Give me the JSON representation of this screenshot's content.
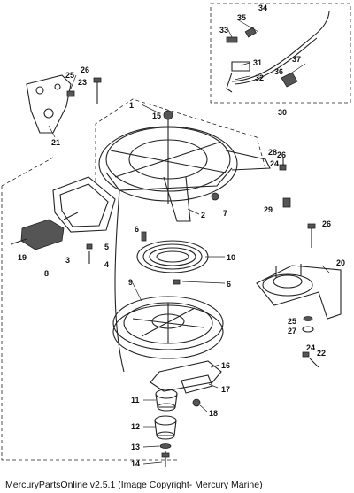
{
  "caption": "MercuryPartsOnline v2.5.1 (Image Copyright- Mercury Marine)",
  "callouts": [
    {
      "id": "c1",
      "label": "1"
    },
    {
      "id": "c2",
      "label": "2"
    },
    {
      "id": "c3",
      "label": "3"
    },
    {
      "id": "c4",
      "label": "4"
    },
    {
      "id": "c5",
      "label": "5"
    },
    {
      "id": "c6a",
      "label": "6"
    },
    {
      "id": "c6b",
      "label": "6"
    },
    {
      "id": "c7",
      "label": "7"
    },
    {
      "id": "c8",
      "label": "8"
    },
    {
      "id": "c9",
      "label": "9"
    },
    {
      "id": "c10",
      "label": "10"
    },
    {
      "id": "c11",
      "label": "11"
    },
    {
      "id": "c12",
      "label": "12"
    },
    {
      "id": "c13",
      "label": "13"
    },
    {
      "id": "c14",
      "label": "14"
    },
    {
      "id": "c15",
      "label": "15"
    },
    {
      "id": "c16",
      "label": "16"
    },
    {
      "id": "c17",
      "label": "17"
    },
    {
      "id": "c18",
      "label": "18"
    },
    {
      "id": "c19",
      "label": "19"
    },
    {
      "id": "c20",
      "label": "20"
    },
    {
      "id": "c21",
      "label": "21"
    },
    {
      "id": "c22",
      "label": "22"
    },
    {
      "id": "c23",
      "label": "23"
    },
    {
      "id": "c24a",
      "label": "24"
    },
    {
      "id": "c24b",
      "label": "24"
    },
    {
      "id": "c25a",
      "label": "25"
    },
    {
      "id": "c25b",
      "label": "25"
    },
    {
      "id": "c26a",
      "label": "26"
    },
    {
      "id": "c26b",
      "label": "26"
    },
    {
      "id": "c26c",
      "label": "26"
    },
    {
      "id": "c27",
      "label": "27"
    },
    {
      "id": "c28",
      "label": "28"
    },
    {
      "id": "c29",
      "label": "29"
    },
    {
      "id": "c30",
      "label": "30"
    },
    {
      "id": "c31",
      "label": "31"
    },
    {
      "id": "c32",
      "label": "32"
    },
    {
      "id": "c33",
      "label": "33"
    },
    {
      "id": "c34",
      "label": "34"
    },
    {
      "id": "c35",
      "label": "35"
    },
    {
      "id": "c36",
      "label": "36"
    },
    {
      "id": "c37",
      "label": "37"
    }
  ]
}
